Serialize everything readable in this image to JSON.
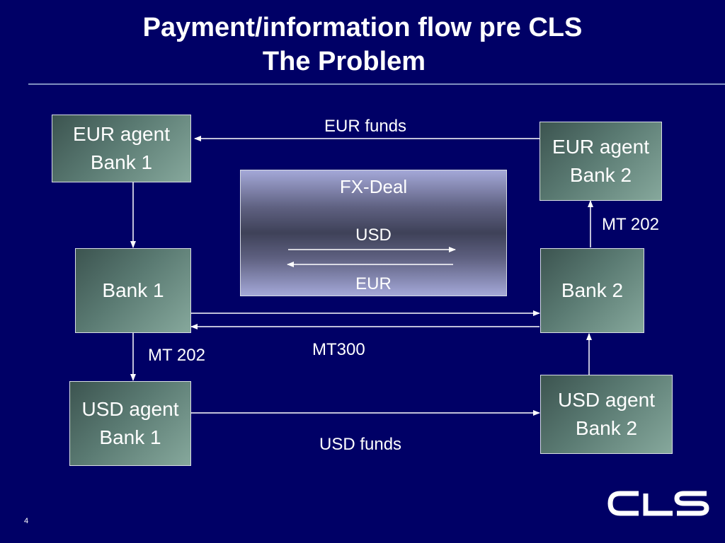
{
  "slide": {
    "title_line1": "Payment/information flow pre CLS",
    "title_line2": "The Problem",
    "page_number": "4"
  },
  "boxes": {
    "eur_agent_bank1": [
      "EUR agent",
      "Bank 1"
    ],
    "eur_agent_bank2": [
      "EUR agent",
      "Bank 2"
    ],
    "bank1": "Bank 1",
    "bank2": "Bank 2",
    "usd_agent_bank1": [
      "USD agent",
      "Bank 1"
    ],
    "usd_agent_bank2": [
      "USD agent",
      "Bank 2"
    ]
  },
  "fx_deal": {
    "title": "FX-Deal",
    "usd": "USD",
    "eur": "EUR"
  },
  "labels": {
    "eur_funds": "EUR funds",
    "usd_funds": "USD funds",
    "mt300": "MT300",
    "mt202_left": "MT 202",
    "mt202_right": "MT 202"
  },
  "logo": {
    "text": "CLS",
    "icon": "cls-logo"
  },
  "colors": {
    "background": "#000066",
    "box_fill": "#5a7a72",
    "line": "#ffffff"
  }
}
